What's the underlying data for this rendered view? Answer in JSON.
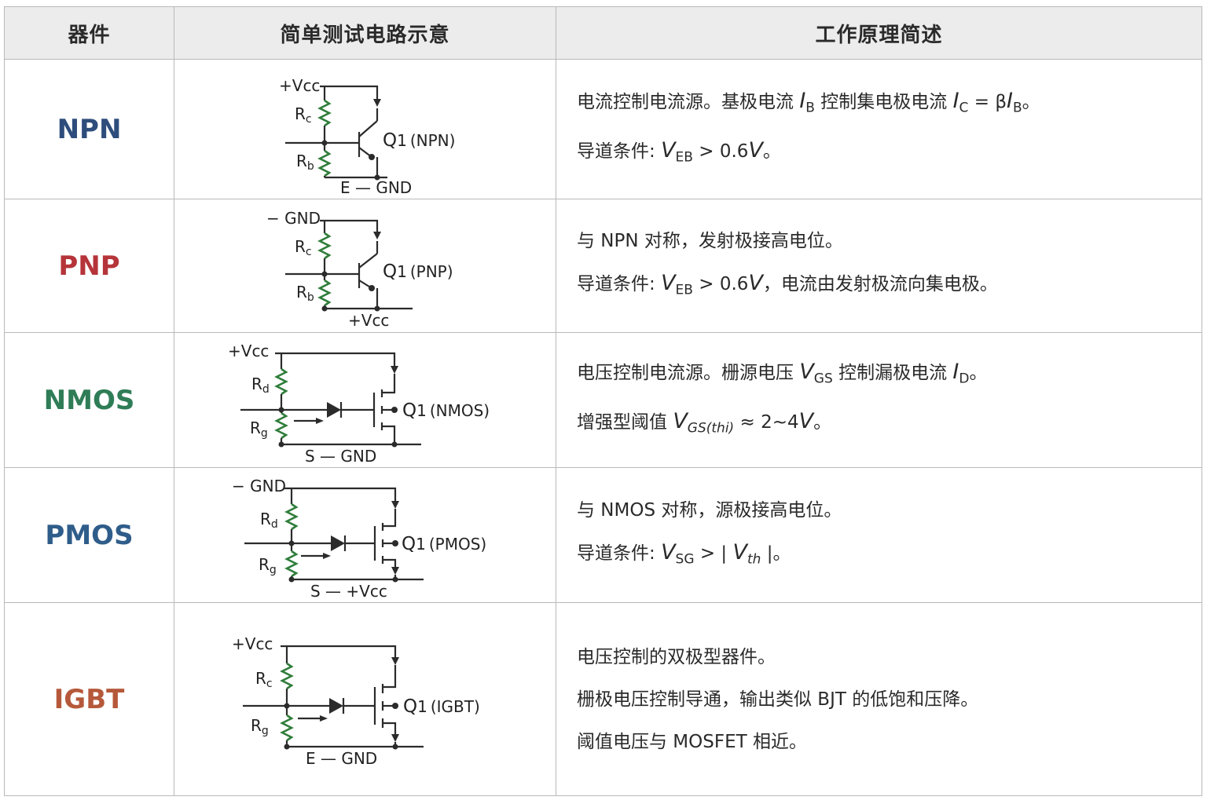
{
  "header": {
    "col1": "器件",
    "col2": "简单测试电路示意",
    "col3": "工作原理简述"
  },
  "colors": {
    "NPN": "#2e4d7c",
    "PNP": "#b5343a",
    "NMOS": "#2f7d57",
    "PMOS": "#2f5d8a",
    "IGBT": "#b5593a"
  },
  "rows": [
    {
      "device": "NPN",
      "circuit": {
        "top": "+Vcc",
        "r1": "R",
        "r1sub": "c",
        "r2": "R",
        "r2sub": "b",
        "q": "Q",
        "qnum": "1",
        "qtype": "(NPN)",
        "bottom": "E — GND"
      },
      "lines": [
        [
          "电流控制电流源。基极电流 ",
          "I",
          "B",
          " 控制集电极电流 ",
          "I",
          "C",
          " = β",
          "I",
          "B",
          "。"
        ],
        [
          "导道条件: ",
          "V",
          "EB",
          " > 0.6",
          "V",
          "。"
        ]
      ]
    },
    {
      "device": "PNP",
      "circuit": {
        "top": "− GND",
        "r1": "R",
        "r1sub": "c",
        "r2": "R",
        "r2sub": "b",
        "q": "Q",
        "qnum": "1",
        "qtype": "(PNP)",
        "bottom": "+Vcc"
      },
      "lines": [
        [
          "与 NPN 对称，发射极接高电位。"
        ],
        [
          "导道条件: ",
          "V",
          "EB",
          " > 0.6",
          "V",
          "，电流由发射极流向集电极。"
        ]
      ]
    },
    {
      "device": "NMOS",
      "circuit": {
        "top": "+Vcc",
        "r1": "R",
        "r1sub": "d",
        "r2": "R",
        "r2sub": "g",
        "q": "Q",
        "qnum": "1",
        "qtype": "(NMOS)",
        "bottom": "S — GND"
      },
      "lines": [
        [
          "电压控制电流源。栅源电压 ",
          "V",
          "GS",
          " 控制漏极电流 ",
          "I",
          "D",
          "。"
        ],
        [
          "增强型阈值 ",
          "V",
          "GS(thi)",
          " ≈ 2~4",
          "V",
          "。"
        ]
      ]
    },
    {
      "device": "PMOS",
      "circuit": {
        "top": "− GND",
        "r1": "R",
        "r1sub": "d",
        "r2": "R",
        "r2sub": "g",
        "q": "Q",
        "qnum": "1",
        "qtype": "(PMOS)",
        "bottom": "S — +Vcc"
      },
      "lines": [
        [
          "与 NMOS 对称，源极接高电位。"
        ],
        [
          "导道条件: ",
          "V",
          "SG",
          " > | ",
          "V",
          "th",
          " |。"
        ]
      ]
    },
    {
      "device": "IGBT",
      "circuit": {
        "top": "+Vcc",
        "r1": "R",
        "r1sub": "c",
        "r2": "R",
        "r2sub": "g",
        "q": "Q",
        "qnum": "1",
        "qtype": "(IGBT)",
        "bottom": "E — GND"
      },
      "lines": [
        [
          "电压控制的双极型器件。"
        ],
        [
          "栅极电压控制导通，输出类似 BJT 的低饱和压降。"
        ],
        [
          "阈值电压与 MOSFET 相近。"
        ]
      ]
    }
  ]
}
